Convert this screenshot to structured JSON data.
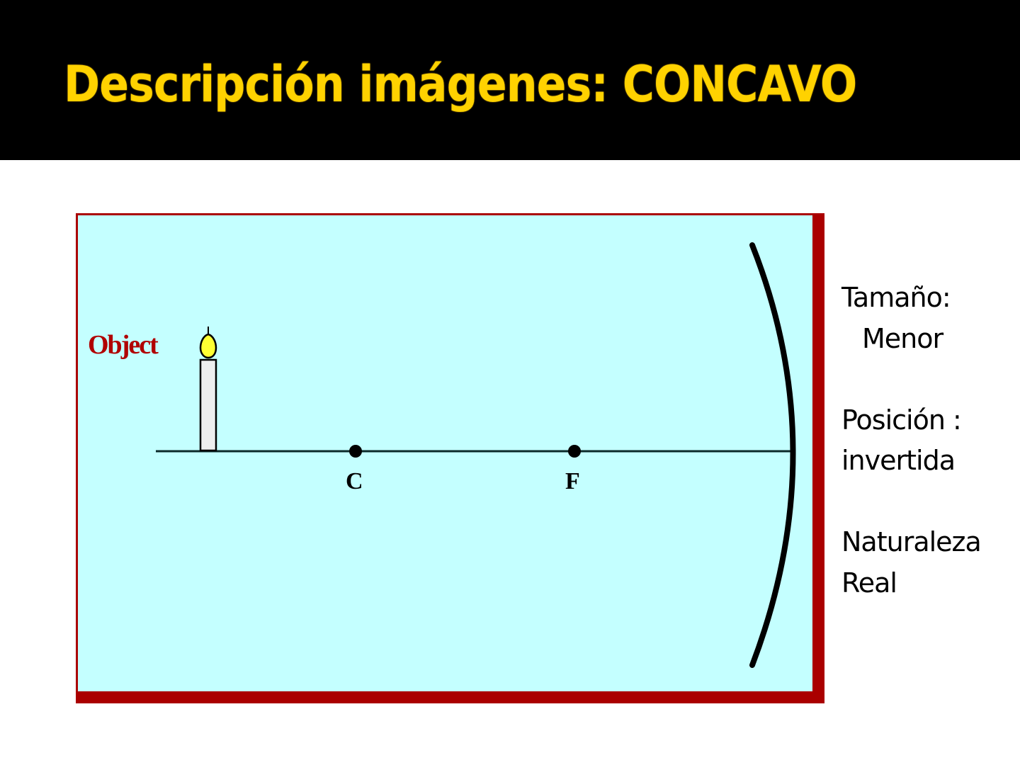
{
  "slide": {
    "title": "Descripción  imágenes: CONCAVO",
    "colors": {
      "title_bar_bg": "#000000",
      "title_text": "#ffd200",
      "diagram_bg": "#c4ffff",
      "diagram_border": "#aa0000",
      "flame": "#ffff33",
      "candle": "#eeeeee",
      "object_label": "#b00000"
    }
  },
  "diagram": {
    "object_label": "Object",
    "points": [
      {
        "label": "C",
        "name": "center-of-curvature"
      },
      {
        "label": "F",
        "name": "focal-point"
      }
    ],
    "mirror_type": "concave mirror",
    "object_icon": "candle-icon"
  },
  "description": {
    "size_label": "Tamaño:",
    "size_value": "Menor",
    "position_label": "Posición :",
    "position_value": "invertida",
    "nature_label": "Naturaleza",
    "nature_value": "Real"
  }
}
